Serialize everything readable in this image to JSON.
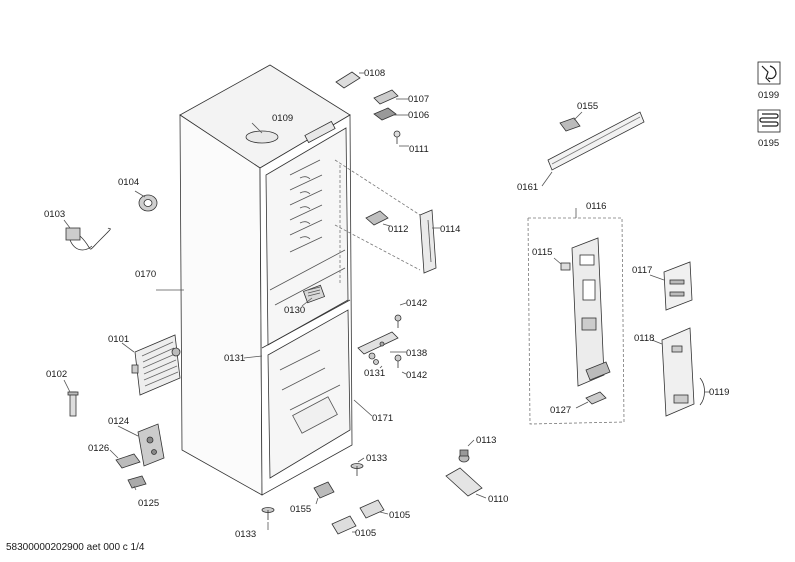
{
  "document_id": "58300000202900 aet 000 c 1/4",
  "symbols": [
    {
      "code": "0199",
      "icon": "wrench-icon"
    },
    {
      "code": "0195",
      "icon": "coil-icon"
    }
  ],
  "parts": {
    "p0108": "0108",
    "p0107": "0107",
    "p0106": "0106",
    "p0109": "0109",
    "p0111": "0111",
    "p0104": "0104",
    "p0103": "0103",
    "p0112": "0112",
    "p0114": "0114",
    "p0170": "0170",
    "p0130": "0130",
    "p0142a": "0142",
    "p0101": "0101",
    "p0131a": "0131",
    "p0138": "0138",
    "p0131b": "0131",
    "p0142b": "0142",
    "p0102": "0102",
    "p0171": "0171",
    "p0124": "0124",
    "p0126": "0126",
    "p0125": "0125",
    "p0133a": "0133",
    "p0155a": "0155",
    "p0133b": "0133",
    "p0105a": "0105",
    "p0105b": "0105",
    "p0113": "0113",
    "p0110": "0110",
    "p0155b": "0155",
    "p0161": "0161",
    "p0116": "0116",
    "p0115": "0115",
    "p0117": "0117",
    "p0118": "0118",
    "p0119": "0119",
    "p0127": "0127"
  }
}
